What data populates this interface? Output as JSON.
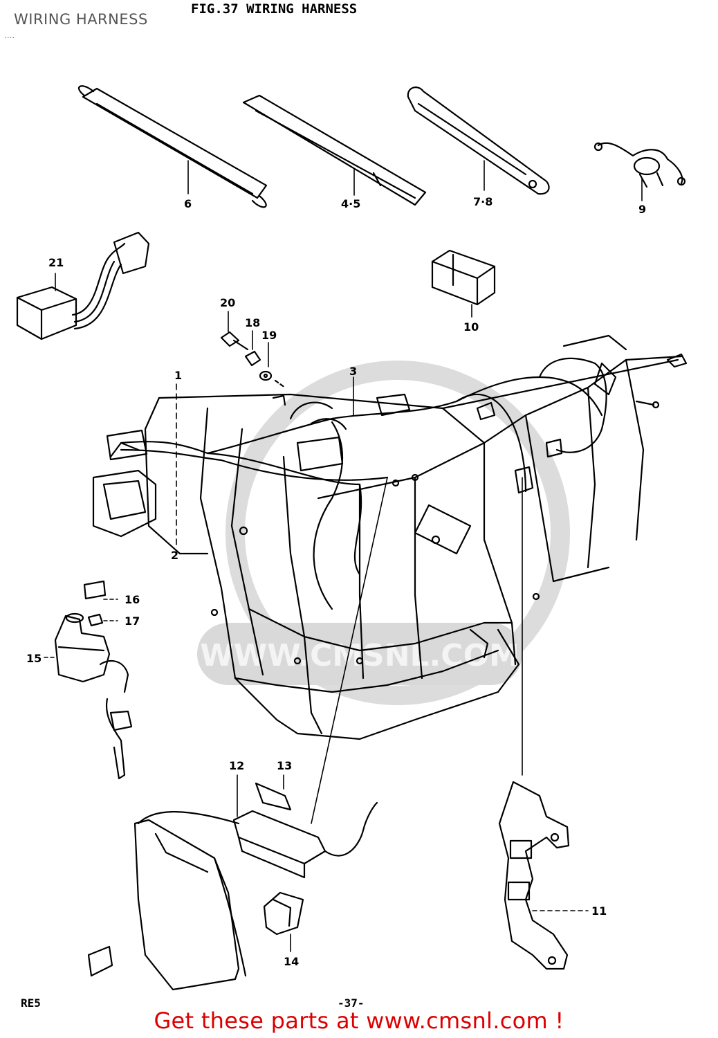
{
  "overlay_title": "WIRING HARNESS",
  "overlay_dots": "....",
  "figure_title": "FIG.37   WIRING HARNESS",
  "model_code": "RE5",
  "page_number": "-37-",
  "watermark": "WWW.CMSNL.COM",
  "promo_text": "Get these parts at www.cmsnl.com !",
  "promo_color": "#dd0000",
  "callouts": {
    "c1": "1",
    "c2": "2",
    "c3": "3",
    "c45": "4·5",
    "c6": "6",
    "c78": "7·8",
    "c9": "9",
    "c10": "10",
    "c11": "11",
    "c12": "12",
    "c13": "13",
    "c14": "14",
    "c15": "15",
    "c16": "16",
    "c17": "17",
    "c18": "18",
    "c19": "19",
    "c20": "20",
    "c21": "21"
  }
}
